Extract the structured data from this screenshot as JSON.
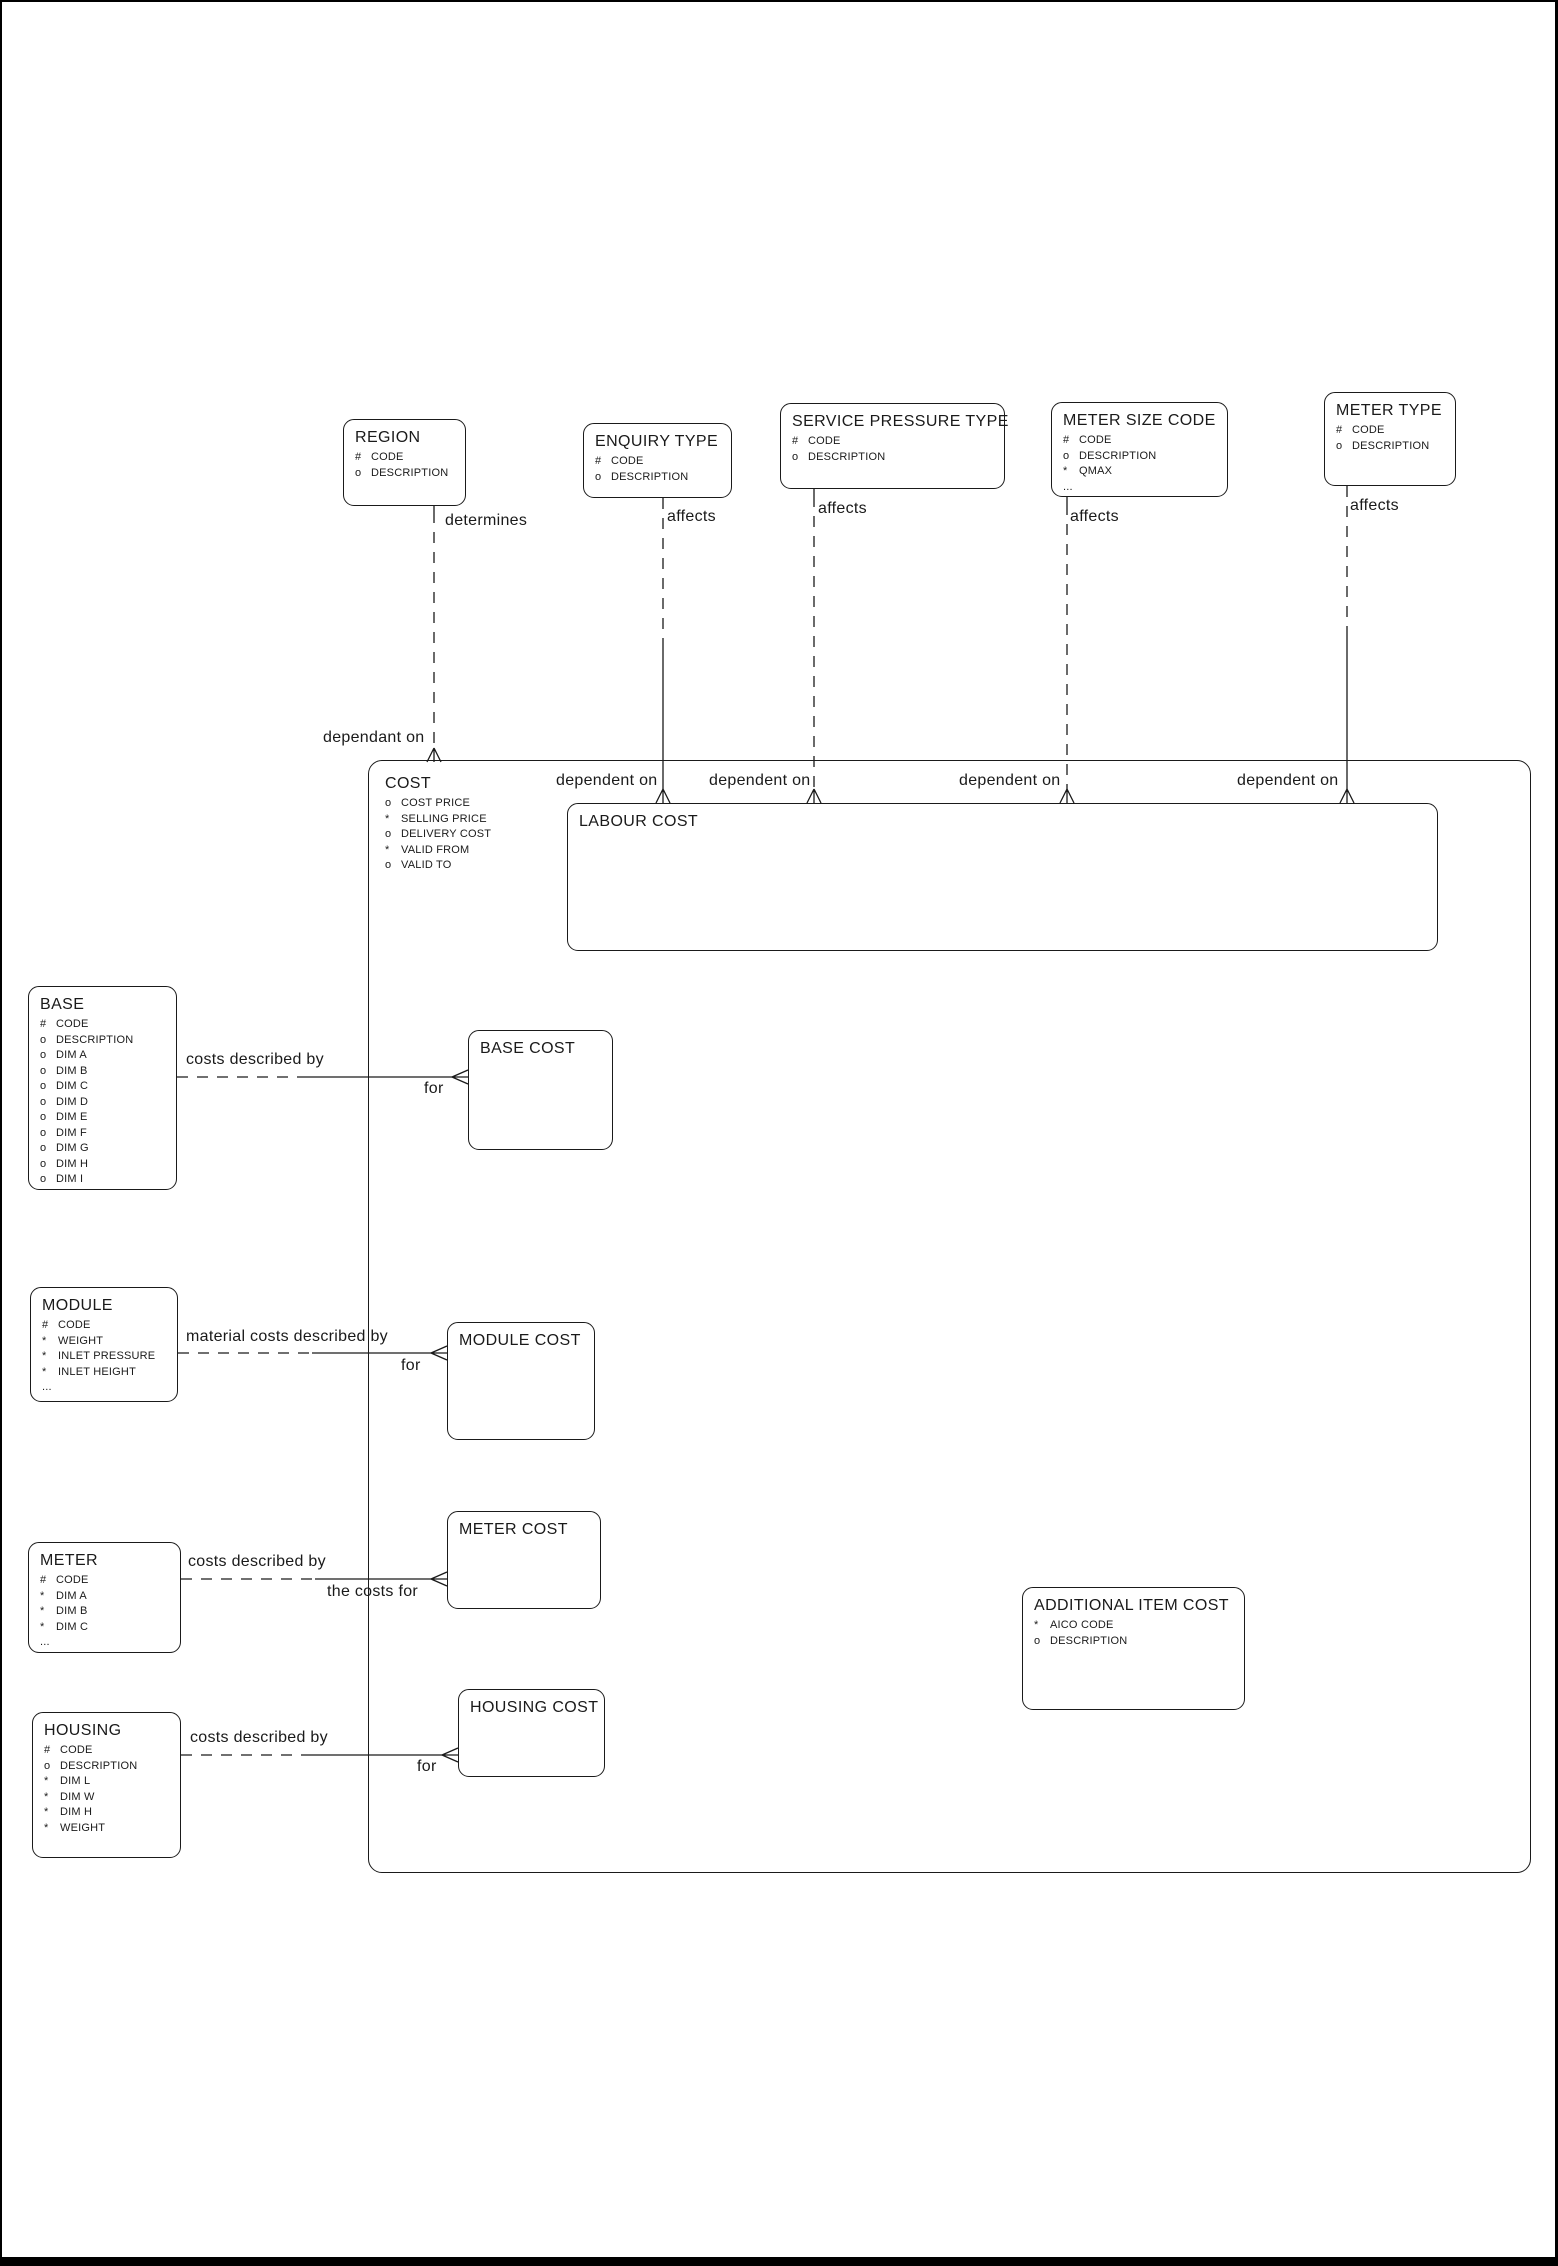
{
  "colors": {
    "background": "#ffffff",
    "line": "#1a1a1a",
    "text": "#1a1a1a",
    "page_border": "#000000"
  },
  "entities": {
    "region": {
      "title": "REGION",
      "attrs": [
        {
          "p": "#",
          "n": "CODE"
        },
        {
          "p": "o",
          "n": "DESCRIPTION"
        }
      ]
    },
    "enquiry_type": {
      "title": "ENQUIRY TYPE",
      "attrs": [
        {
          "p": "#",
          "n": "CODE"
        },
        {
          "p": "o",
          "n": "DESCRIPTION"
        }
      ]
    },
    "service_pressure_type": {
      "title": "SERVICE PRESSURE TYPE",
      "attrs": [
        {
          "p": "#",
          "n": "CODE"
        },
        {
          "p": "o",
          "n": "DESCRIPTION"
        }
      ]
    },
    "meter_size_code": {
      "title": "METER SIZE CODE",
      "attrs": [
        {
          "p": "#",
          "n": "CODE"
        },
        {
          "p": "o",
          "n": "DESCRIPTION"
        },
        {
          "p": "*",
          "n": "QMAX"
        },
        {
          "p": "...",
          "n": ""
        }
      ]
    },
    "meter_type": {
      "title": "METER TYPE",
      "attrs": [
        {
          "p": "#",
          "n": "CODE"
        },
        {
          "p": "o",
          "n": "DESCRIPTION"
        }
      ]
    },
    "cost": {
      "title": "COST",
      "attrs": [
        {
          "p": "o",
          "n": "COST PRICE"
        },
        {
          "p": "*",
          "n": "SELLING PRICE"
        },
        {
          "p": "o",
          "n": "DELIVERY COST"
        },
        {
          "p": "*",
          "n": "VALID FROM"
        },
        {
          "p": "o",
          "n": "VALID TO"
        }
      ]
    },
    "labour_cost": {
      "title": "LABOUR COST",
      "attrs": []
    },
    "base": {
      "title": "BASE",
      "attrs": [
        {
          "p": "#",
          "n": "CODE"
        },
        {
          "p": "o",
          "n": "DESCRIPTION"
        },
        {
          "p": "o",
          "n": "DIM A"
        },
        {
          "p": "o",
          "n": "DIM B"
        },
        {
          "p": "o",
          "n": "DIM C"
        },
        {
          "p": "o",
          "n": "DIM D"
        },
        {
          "p": "o",
          "n": "DIM E"
        },
        {
          "p": "o",
          "n": "DIM F"
        },
        {
          "p": "o",
          "n": "DIM G"
        },
        {
          "p": "o",
          "n": "DIM H"
        },
        {
          "p": "o",
          "n": "DIM I"
        }
      ]
    },
    "base_cost": {
      "title": "BASE COST",
      "attrs": []
    },
    "module": {
      "title": "MODULE",
      "attrs": [
        {
          "p": "#",
          "n": "CODE"
        },
        {
          "p": "*",
          "n": "WEIGHT"
        },
        {
          "p": "*",
          "n": "INLET PRESSURE"
        },
        {
          "p": "*",
          "n": "INLET HEIGHT"
        },
        {
          "p": "...",
          "n": ""
        }
      ]
    },
    "module_cost": {
      "title": "MODULE COST",
      "attrs": []
    },
    "meter": {
      "title": "METER",
      "attrs": [
        {
          "p": "#",
          "n": "CODE"
        },
        {
          "p": "*",
          "n": "DIM A"
        },
        {
          "p": "*",
          "n": "DIM B"
        },
        {
          "p": "*",
          "n": "DIM C"
        },
        {
          "p": "...",
          "n": ""
        }
      ]
    },
    "meter_cost": {
      "title": "METER COST",
      "attrs": []
    },
    "housing": {
      "title": "HOUSING",
      "attrs": [
        {
          "p": "#",
          "n": "CODE"
        },
        {
          "p": "o",
          "n": "DESCRIPTION"
        },
        {
          "p": "*",
          "n": "DIM L"
        },
        {
          "p": "*",
          "n": "DIM W"
        },
        {
          "p": "*",
          "n": "DIM H"
        },
        {
          "p": "*",
          "n": "WEIGHT"
        }
      ]
    },
    "housing_cost": {
      "title": "HOUSING COST",
      "attrs": []
    },
    "additional_item_cost": {
      "title": "ADDITIONAL ITEM COST",
      "attrs": [
        {
          "p": "*",
          "n": "AICO CODE"
        },
        {
          "p": "o",
          "n": "DESCRIPTION"
        }
      ]
    }
  },
  "relationships": {
    "region_cost": {
      "from_label": "determines",
      "to_label": "dependant on"
    },
    "enquiry_labour": {
      "from_label": "affects",
      "to_label": "dependent on"
    },
    "service_labour": {
      "from_label": "affects",
      "to_label": "dependent on"
    },
    "metersize_labour": {
      "from_label": "affects",
      "to_label": "dependent on"
    },
    "metertype_labour": {
      "from_label": "affects",
      "to_label": "dependent on"
    },
    "base_basecost": {
      "from_label": "costs described by",
      "to_label": "for"
    },
    "module_modulecost": {
      "from_label": "material costs described by",
      "to_label": "for"
    },
    "meter_metercost": {
      "from_label": "costs described by",
      "to_label": "the costs for"
    },
    "housing_housingcost": {
      "from_label": "costs described by",
      "to_label": "for"
    }
  }
}
